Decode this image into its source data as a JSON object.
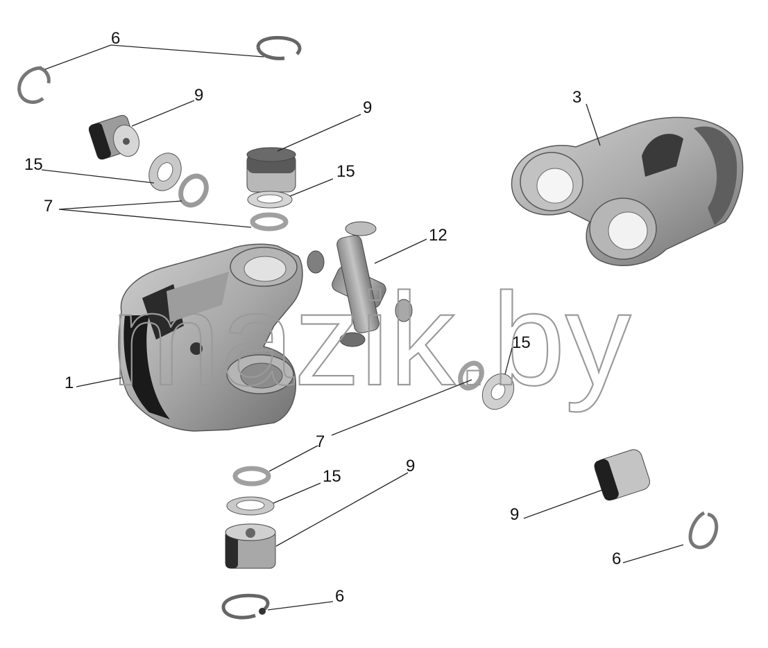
{
  "diagram": {
    "watermark": "mazik.by",
    "callouts": [
      {
        "id": "c6a",
        "label": "6"
      },
      {
        "id": "c9a",
        "label": "9"
      },
      {
        "id": "c9b",
        "label": "9"
      },
      {
        "id": "c3",
        "label": "3"
      },
      {
        "id": "c15a",
        "label": "15"
      },
      {
        "id": "c15b",
        "label": "15"
      },
      {
        "id": "c7a",
        "label": "7"
      },
      {
        "id": "c12",
        "label": "12"
      },
      {
        "id": "c15c",
        "label": "15"
      },
      {
        "id": "c1",
        "label": "1"
      },
      {
        "id": "c7b",
        "label": "7"
      },
      {
        "id": "c15d",
        "label": "15"
      },
      {
        "id": "c9c",
        "label": "9"
      },
      {
        "id": "c9d",
        "label": "9"
      },
      {
        "id": "c6b",
        "label": "6"
      },
      {
        "id": "c6c",
        "label": "6"
      }
    ]
  }
}
